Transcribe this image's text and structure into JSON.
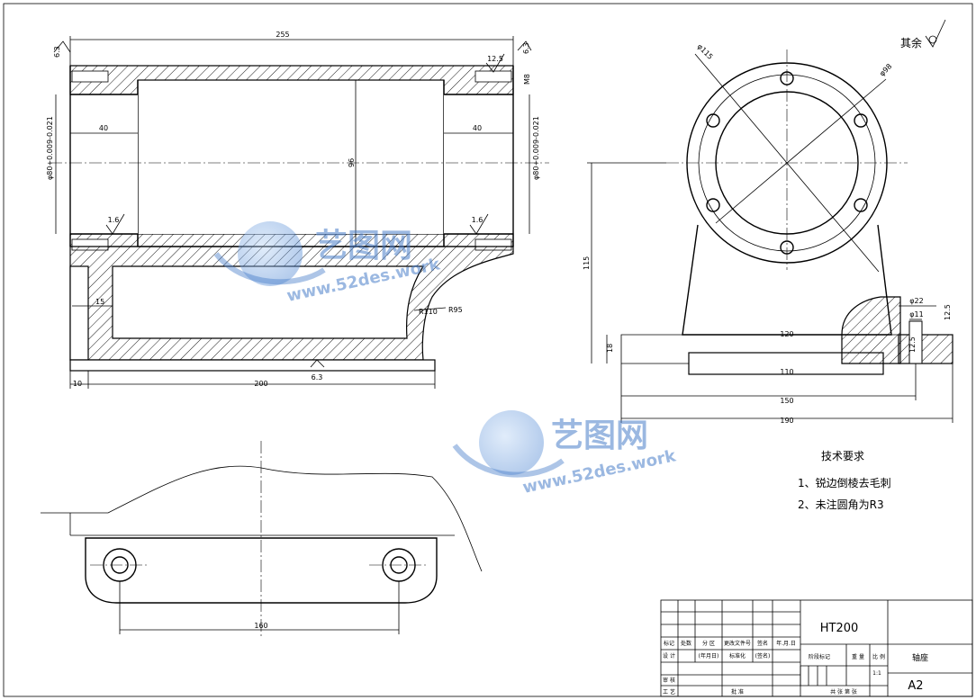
{
  "roughness": {
    "label": "其余"
  },
  "dims_front": {
    "overall_length": "255",
    "left_bore_len": "40",
    "right_bore_len": "40",
    "bore_dia_left": "φ80+0.009-0.021",
    "bore_dia_right": "φ80+0.009-0.021",
    "center_dim": "96",
    "wall": "15",
    "base_len": "200",
    "offset": "10",
    "r110": "R110",
    "r95": "R95",
    "thread": "M8",
    "ra_tl": "6.3",
    "ra_tr": "6.3",
    "ra_125": "12.5",
    "ra_16_left": "1.6",
    "ra_16_right": "1.6",
    "ra_bottom": "6.3"
  },
  "dims_side": {
    "d115": "φ115",
    "d98": "φ98",
    "height": "115",
    "base_h": "18",
    "w120": "120",
    "w110": "110",
    "w150": "150",
    "w190": "190",
    "d22": "φ22",
    "d11": "φ11",
    "ra_side_1": "12.5",
    "ra_side_2": "12.5"
  },
  "dims_top": {
    "hole_spacing": "160"
  },
  "tech_req": {
    "title": "技术要求",
    "item1": "1、锐边倒棱去毛刺",
    "item2": "2、未注圆角为R3"
  },
  "title_block": {
    "material": "HT200",
    "part_name": "轴座",
    "scale": "1:1",
    "sheet": "A2",
    "h_mark": "标记",
    "h_count": "处数",
    "h_zone": "分 区",
    "h_docno": "更改文件号",
    "h_sign": "签名",
    "h_date": "年.月.日",
    "h_design": "设 计",
    "h_std": "标准化",
    "h_sign2": "(签名)",
    "h_date2": "(年月日)",
    "h_stage": "阶段标记",
    "h_weight": "重 量",
    "h_ratio": "比 例",
    "h_check": "审 核",
    "h_process": "工 艺",
    "h_approve": "批 准",
    "h_total": "共 张 第 张"
  },
  "watermark": {
    "cn": "艺图网",
    "url": "www.52des.work"
  }
}
